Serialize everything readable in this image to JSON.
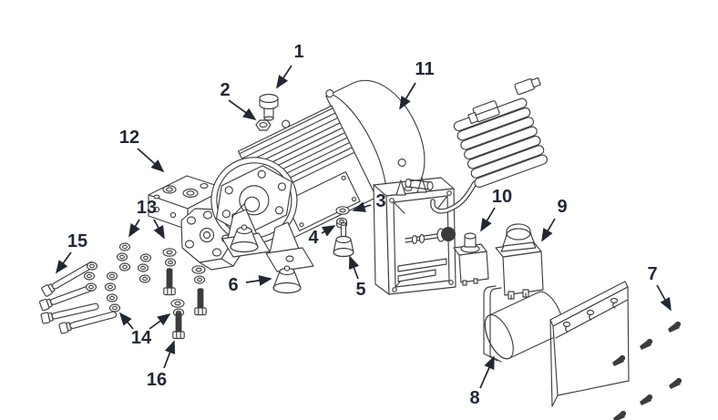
{
  "diagram": {
    "kind": "exploded-parts-diagram",
    "background_color": "#ffffff",
    "line_color": "#404040",
    "label_color": "#222733",
    "callouts": [
      {
        "label": "1"
      },
      {
        "label": "2"
      },
      {
        "label": "3"
      },
      {
        "label": "4"
      },
      {
        "label": "5"
      },
      {
        "label": "6"
      },
      {
        "label": "7"
      },
      {
        "label": "8"
      },
      {
        "label": "9"
      },
      {
        "label": "10"
      },
      {
        "label": "11"
      },
      {
        "label": "12"
      },
      {
        "label": "13"
      },
      {
        "label": "14"
      },
      {
        "label": "15"
      },
      {
        "label": "16"
      }
    ]
  }
}
